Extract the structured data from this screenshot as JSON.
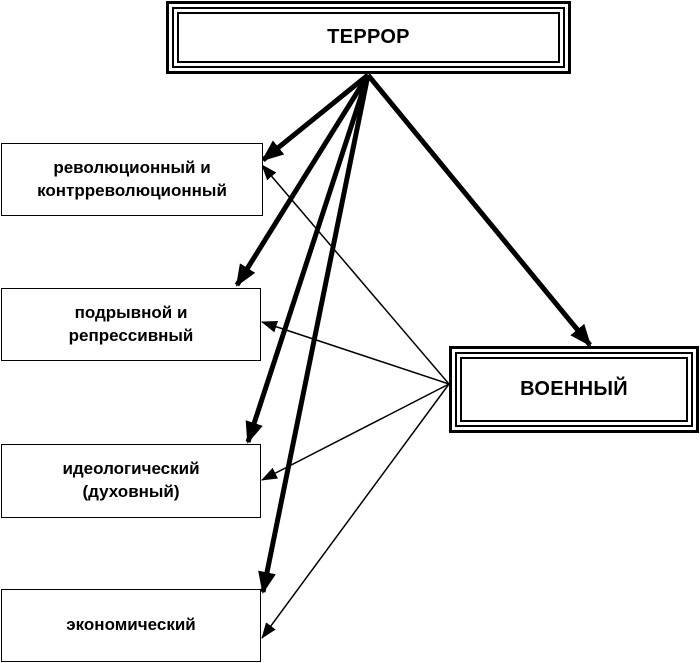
{
  "nodes": {
    "terror": "ТЕРРОР",
    "military": "ВОЕННЫЙ",
    "revolutionary_line1": "революционный и",
    "revolutionary_line2": "контрреволюционный",
    "subversive_line1": "подрывной и",
    "subversive_line2": "репрессивный",
    "ideological_line1": "идеологический",
    "ideological_line2": "(духовный)",
    "economic": "экономический"
  },
  "edges": [
    {
      "from": "terror",
      "to": "revolutionary",
      "weight": "thick"
    },
    {
      "from": "terror",
      "to": "subversive",
      "weight": "thick"
    },
    {
      "from": "terror",
      "to": "ideological",
      "weight": "thick"
    },
    {
      "from": "terror",
      "to": "economic",
      "weight": "thick"
    },
    {
      "from": "terror",
      "to": "military",
      "weight": "thick"
    },
    {
      "from": "military",
      "to": "revolutionary",
      "weight": "thin"
    },
    {
      "from": "military",
      "to": "subversive",
      "weight": "thin"
    },
    {
      "from": "military",
      "to": "ideological",
      "weight": "thin"
    },
    {
      "from": "military",
      "to": "economic",
      "weight": "thin"
    }
  ],
  "colors": {
    "line": "#000000",
    "background": "#ffffff"
  }
}
